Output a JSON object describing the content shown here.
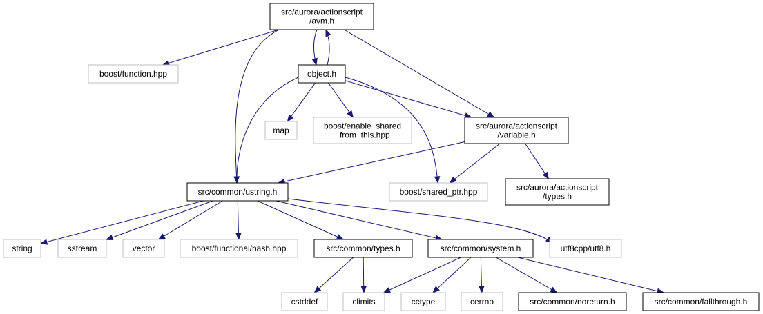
{
  "colors": {
    "edge": "#191970",
    "documented_border": "#000000",
    "external_border": "#bfbfbf",
    "root_fill": "#bfbfbf",
    "label": "#000000"
  },
  "nodes": {
    "avm_h": {
      "lines": [
        "src/aurora/actionscript",
        "/avm.h"
      ],
      "kind": "root"
    },
    "boost_function": {
      "lines": [
        "boost/function.hpp"
      ],
      "kind": "external"
    },
    "object_h": {
      "lines": [
        "object.h"
      ],
      "kind": "documented"
    },
    "map": {
      "lines": [
        "map"
      ],
      "kind": "external"
    },
    "enable_shared": {
      "lines": [
        "boost/enable_shared",
        "_from_this.hpp"
      ],
      "kind": "external"
    },
    "variable_h": {
      "lines": [
        "src/aurora/actionscript",
        "/variable.h"
      ],
      "kind": "documented"
    },
    "ustring_h": {
      "lines": [
        "src/common/ustring.h"
      ],
      "kind": "documented"
    },
    "shared_ptr": {
      "lines": [
        "boost/shared_ptr.hpp"
      ],
      "kind": "external"
    },
    "as_types_h": {
      "lines": [
        "src/aurora/actionscript",
        "/types.h"
      ],
      "kind": "documented"
    },
    "string": {
      "lines": [
        "string"
      ],
      "kind": "external"
    },
    "sstream": {
      "lines": [
        "sstream"
      ],
      "kind": "external"
    },
    "vector": {
      "lines": [
        "vector"
      ],
      "kind": "external"
    },
    "functional_hash": {
      "lines": [
        "boost/functional/hash.hpp"
      ],
      "kind": "external"
    },
    "common_types_h": {
      "lines": [
        "src/common/types.h"
      ],
      "kind": "documented"
    },
    "system_h": {
      "lines": [
        "src/common/system.h"
      ],
      "kind": "documented"
    },
    "utf8": {
      "lines": [
        "utf8cpp/utf8.h"
      ],
      "kind": "external"
    },
    "cstddef": {
      "lines": [
        "cstddef"
      ],
      "kind": "external"
    },
    "climits": {
      "lines": [
        "climits"
      ],
      "kind": "external"
    },
    "cctype": {
      "lines": [
        "cctype"
      ],
      "kind": "external"
    },
    "cerrno": {
      "lines": [
        "cerrno"
      ],
      "kind": "external"
    },
    "noreturn_h": {
      "lines": [
        "src/common/noreturn.h"
      ],
      "kind": "documented"
    },
    "fallthrough_h": {
      "lines": [
        "src/common/fallthrough.h"
      ],
      "kind": "documented"
    }
  },
  "edges": [
    [
      "avm_h",
      "boost_function"
    ],
    [
      "avm_h",
      "object_h"
    ],
    [
      "avm_h",
      "variable_h"
    ],
    [
      "avm_h",
      "ustring_h"
    ],
    [
      "object_h",
      "avm_h"
    ],
    [
      "object_h",
      "map"
    ],
    [
      "object_h",
      "enable_shared"
    ],
    [
      "object_h",
      "variable_h"
    ],
    [
      "object_h",
      "ustring_h"
    ],
    [
      "object_h",
      "shared_ptr"
    ],
    [
      "variable_h",
      "ustring_h"
    ],
    [
      "variable_h",
      "shared_ptr"
    ],
    [
      "variable_h",
      "as_types_h"
    ],
    [
      "ustring_h",
      "string"
    ],
    [
      "ustring_h",
      "sstream"
    ],
    [
      "ustring_h",
      "vector"
    ],
    [
      "ustring_h",
      "functional_hash"
    ],
    [
      "ustring_h",
      "common_types_h"
    ],
    [
      "ustring_h",
      "system_h"
    ],
    [
      "ustring_h",
      "utf8"
    ],
    [
      "common_types_h",
      "cstddef"
    ],
    [
      "common_types_h",
      "climits"
    ],
    [
      "system_h",
      "climits"
    ],
    [
      "system_h",
      "cctype"
    ],
    [
      "system_h",
      "cerrno"
    ],
    [
      "system_h",
      "noreturn_h"
    ],
    [
      "system_h",
      "fallthrough_h"
    ]
  ]
}
